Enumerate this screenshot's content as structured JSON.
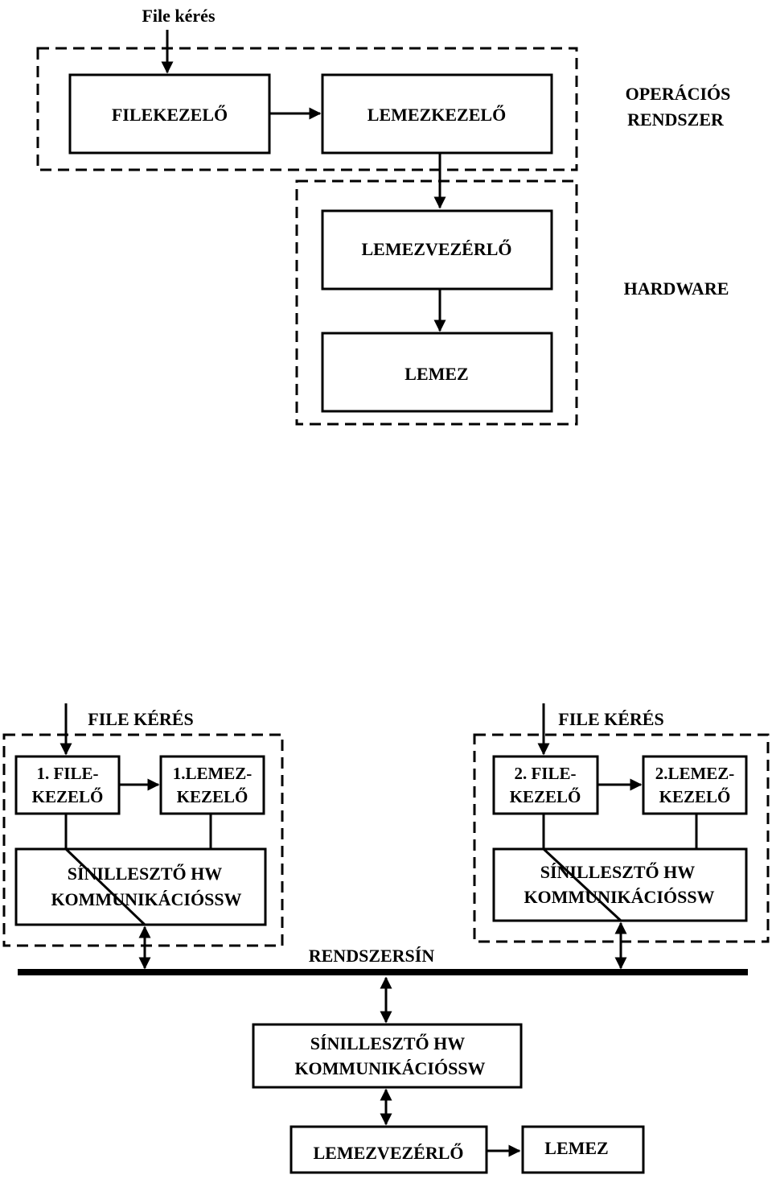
{
  "top": {
    "request_label": "File kérés",
    "filekezelo": "FILEKEZELŐ",
    "lemezkezelo": "LEMEZKEZELŐ",
    "lemezvezerlo": "LEMEZVEZÉRLŐ",
    "lemez": "LEMEZ",
    "os_label": [
      "OPERÁCIÓS",
      "RENDSZER"
    ],
    "hw_label": "HARDWARE"
  },
  "bottom": {
    "node1": {
      "request_label": "FILE  KÉRÉS",
      "filekezelo": [
        "1. FILE-",
        "KEZELŐ"
      ],
      "lemezkezelo": [
        "1.LEMEZ-",
        "KEZELŐ"
      ],
      "adapter": [
        "SÍNILLESZTŐ HW",
        "KOMMUNIKÁCIÓSSW"
      ]
    },
    "node2": {
      "request_label": "FILE  KÉRÉS",
      "filekezelo": [
        "2. FILE-",
        "KEZELŐ"
      ],
      "lemezkezelo": [
        "2.LEMEZ-",
        "KEZELŐ"
      ],
      "adapter": [
        "SÍNILLESZTŐ HW",
        "KOMMUNIKÁCIÓSSW"
      ]
    },
    "bus_label": "RENDSZERSÍN",
    "server_adapter": [
      "SÍNILLESZTŐ HW",
      "KOMMUNIKÁCIÓSSW"
    ],
    "lemezvezerlo": "LEMEZVEZÉRLŐ",
    "lemez": "LEMEZ"
  }
}
